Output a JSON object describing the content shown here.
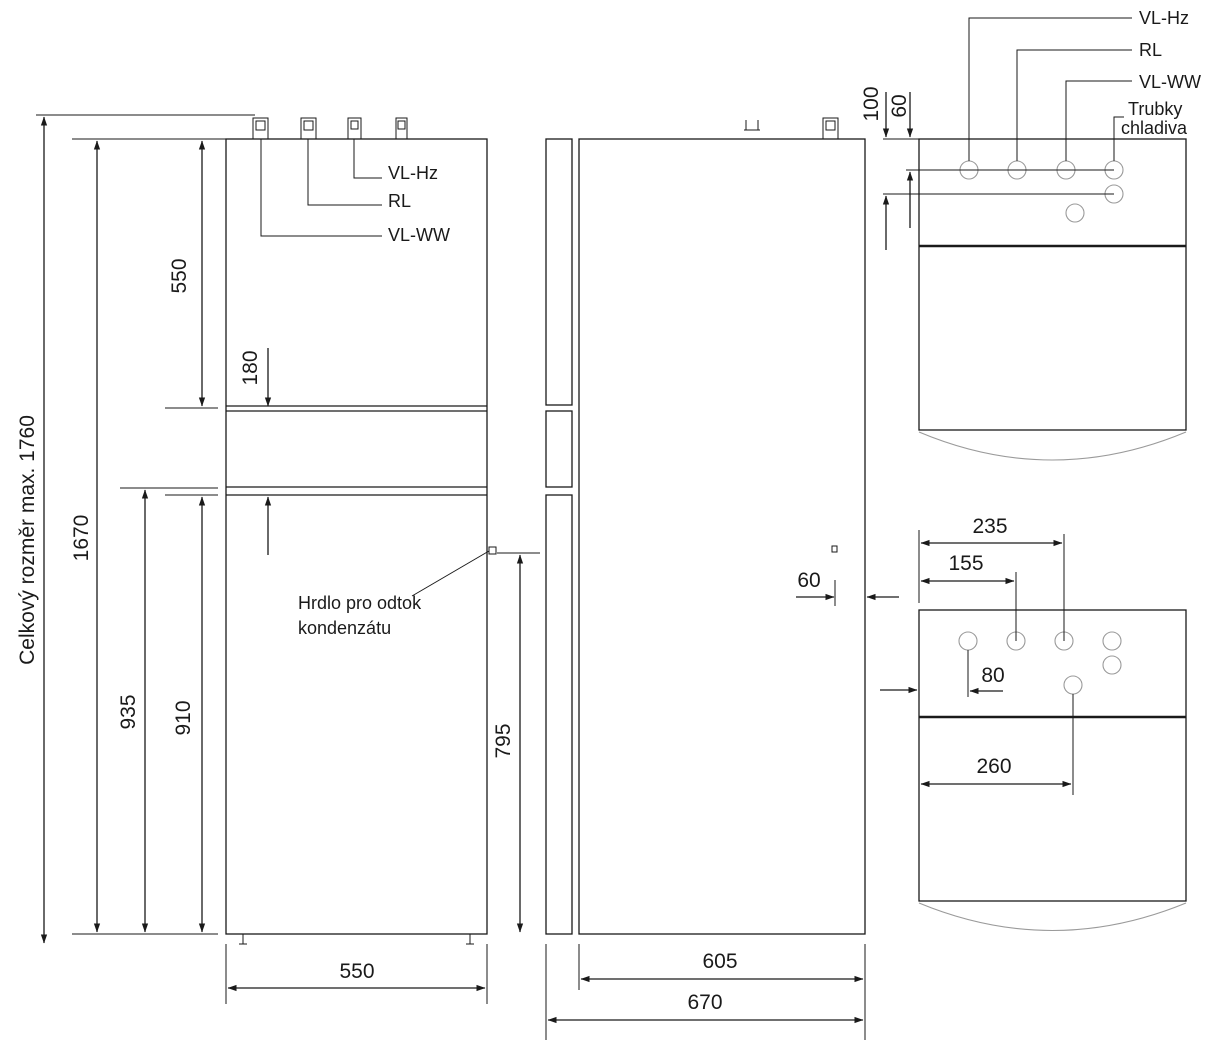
{
  "front_view": {
    "labels": {
      "vl_hz": "VL-Hz",
      "rl": "RL",
      "vl_ww": "VL-WW",
      "condensate_1": "Hrdlo pro odtok",
      "condensate_2": "kondenzátu"
    },
    "dims": {
      "overall": "Celkový rozměr max. 1760",
      "h1670": "1670",
      "h550": "550",
      "h180": "180",
      "h935": "935",
      "h910": "910",
      "h795": "795",
      "w550": "550"
    }
  },
  "side_view": {
    "dims": {
      "w605": "605",
      "w670": "670",
      "d60": "60"
    }
  },
  "top_view_upper": {
    "labels": {
      "vl_hz": "VL-Hz",
      "rl": "RL",
      "vl_ww": "VL-WW",
      "refrigerant_1": "Trubky",
      "refrigerant_2": "chladiva"
    },
    "dims": {
      "d100": "100",
      "d60": "60"
    }
  },
  "top_view_lower": {
    "dims": {
      "d235": "235",
      "d155": "155",
      "d80": "80",
      "d260": "260"
    }
  },
  "colors": {
    "line": "#1a1a1a",
    "grey": "#9a9a9a",
    "background": "#ffffff"
  }
}
